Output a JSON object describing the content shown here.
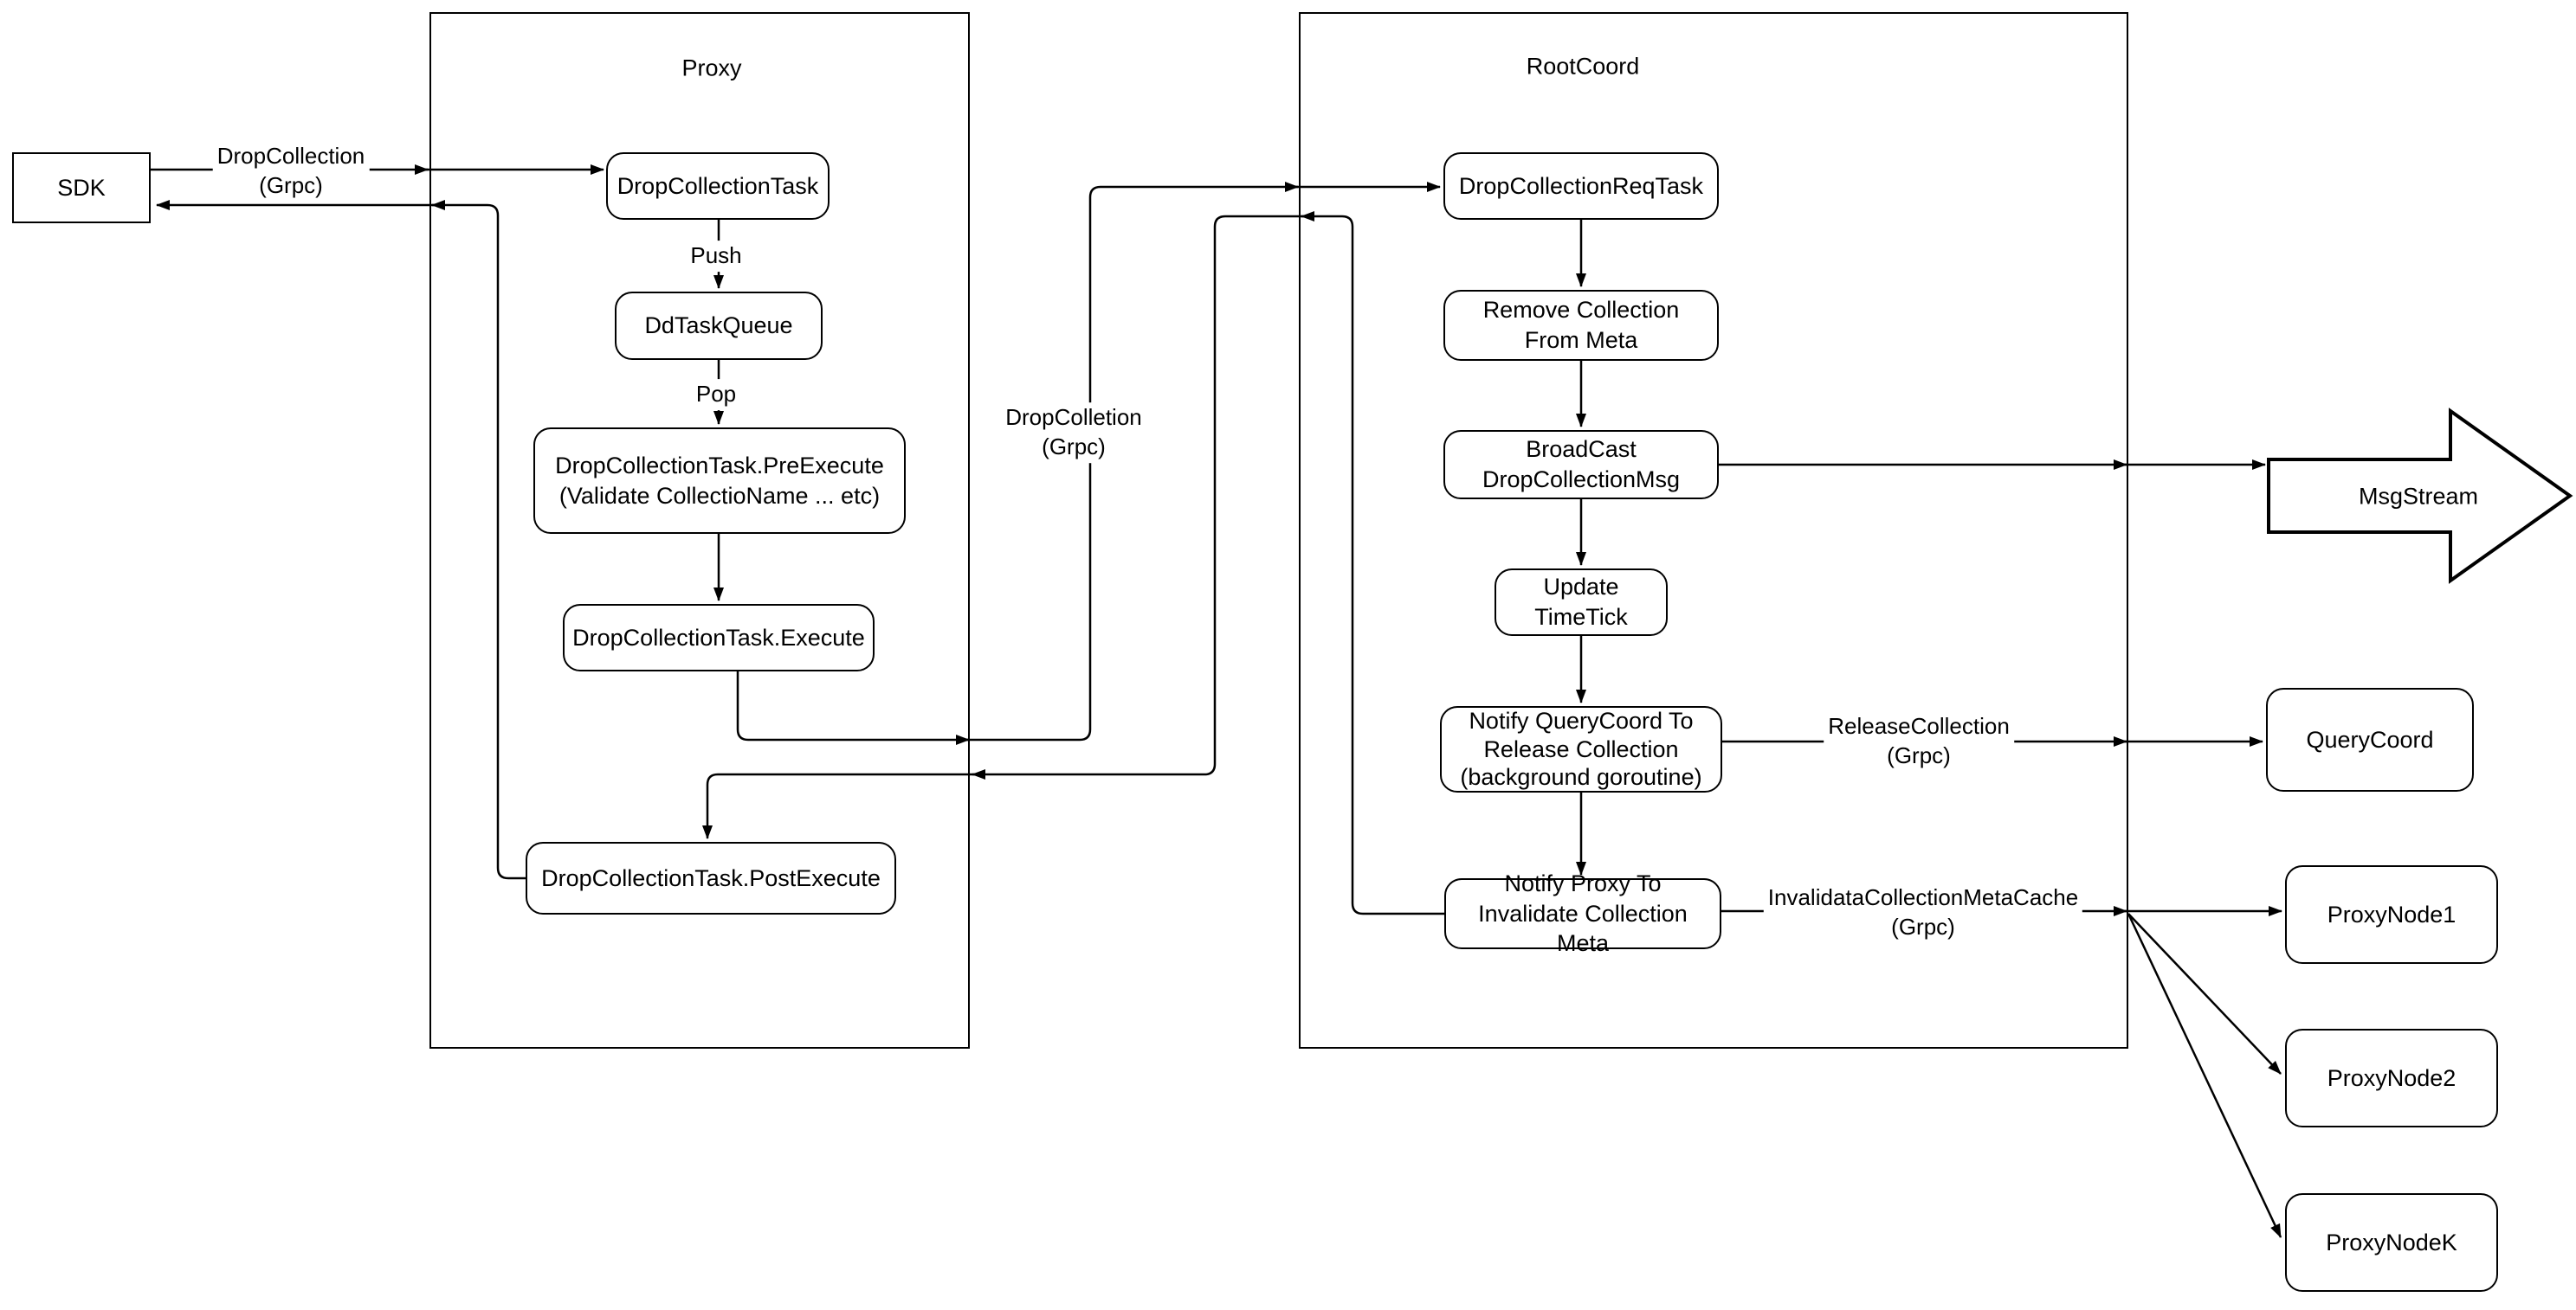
{
  "diagram": {
    "colors": {
      "stroke": "#000000",
      "fill": "#ffffff",
      "background": "#ffffff"
    },
    "containers": {
      "proxy": {
        "label": "Proxy"
      },
      "rootcoord": {
        "label": "RootCoord"
      }
    },
    "nodes": {
      "sdk": {
        "label": "SDK"
      },
      "drop_collection_task": {
        "label": "DropCollectionTask"
      },
      "dd_task_queue": {
        "label": "DdTaskQueue"
      },
      "pre_execute": {
        "label": "DropCollectionTask.PreExecute\n(Validate CollectioName ... etc)"
      },
      "execute": {
        "label": "DropCollectionTask.Execute"
      },
      "post_execute": {
        "label": "DropCollectionTask.PostExecute"
      },
      "req_task": {
        "label": "DropCollectionReqTask"
      },
      "remove_meta": {
        "label": "Remove Collection\nFrom Meta"
      },
      "broadcast": {
        "label": "BroadCast\nDropCollectionMsg"
      },
      "update_timetick": {
        "label": "Update TimeTick"
      },
      "notify_querycoord": {
        "label": "Notify QueryCoord To\nRelease Collection\n(background goroutine)"
      },
      "notify_proxy": {
        "label": "Notify Proxy To\nInvalidate Collection Meta"
      },
      "msgstream": {
        "label": "MsgStream"
      },
      "querycoord": {
        "label": "QueryCoord"
      },
      "proxynode1": {
        "label": "ProxyNode1"
      },
      "proxynode2": {
        "label": "ProxyNode2"
      },
      "proxynodek": {
        "label": "ProxyNodeK"
      }
    },
    "edge_labels": {
      "sdk_to_proxy": "DropCollection\n(Grpc)",
      "push": "Push",
      "pop": "Pop",
      "proxy_to_rootcoord": "DropColletion\n(Grpc)",
      "release_collection": "ReleaseCollection\n(Grpc)",
      "invalidate_cache": "InvalidataCollectionMetaCache\n(Grpc)"
    }
  }
}
